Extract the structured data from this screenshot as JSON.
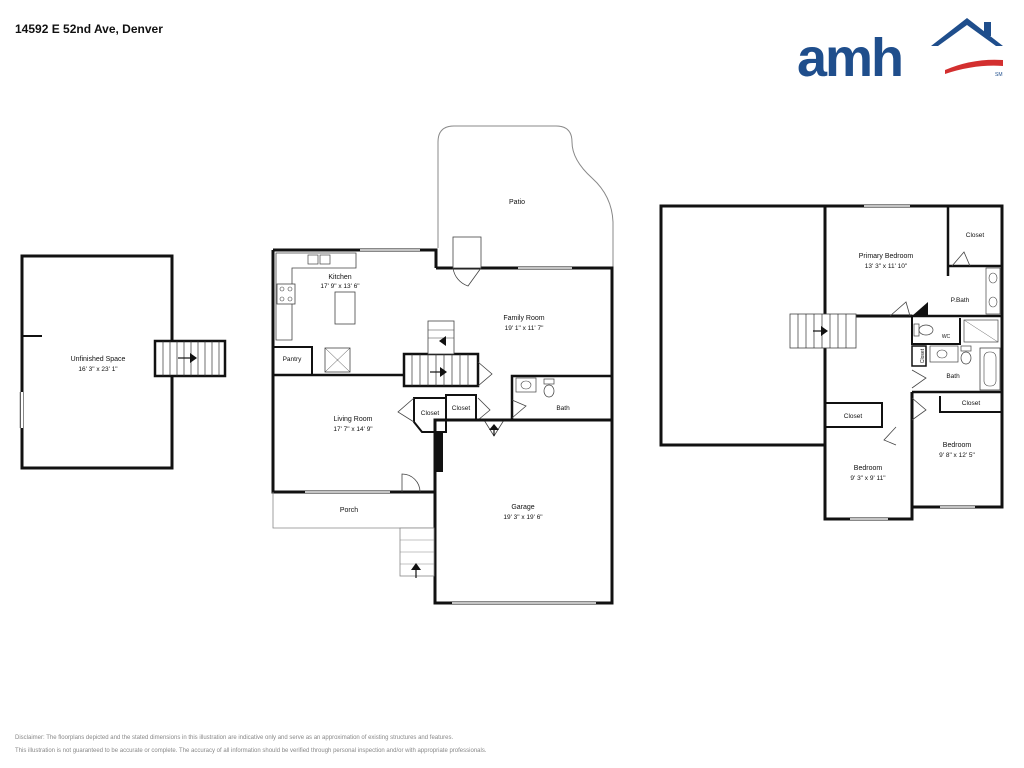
{
  "header": {
    "address": "14592 E 52nd Ave, Denver",
    "logo_text": "amh",
    "logo_mark": "SM"
  },
  "colors": {
    "brand_blue": "#1F4E8C",
    "brand_red": "#D32F2F",
    "wall": "#111111"
  },
  "icons": [
    "house-roof-icon",
    "stair-direction-arrow-icon",
    "entry-arrow-icon",
    "sink-icon",
    "toilet-icon",
    "stove-icon",
    "bathtub-icon"
  ],
  "floors": {
    "basement": {
      "unfinished": {
        "name": "Unfinished Space",
        "dims": "16' 3\" x 23' 1\""
      }
    },
    "main": {
      "patio": "Patio",
      "kitchen": {
        "name": "Kitchen",
        "dims": "17' 9\" x 13' 6\""
      },
      "pantry": "Pantry",
      "family": {
        "name": "Family Room",
        "dims": "19' 1\" x 11' 7\""
      },
      "living": {
        "name": "Living Room",
        "dims": "17' 7\" x 14' 9\""
      },
      "closet_a": "Closet",
      "closet_b": "Closet",
      "bath": "Bath",
      "porch": "Porch",
      "garage": {
        "name": "Garage",
        "dims": "19' 3\" x 19' 6\""
      }
    },
    "upper": {
      "primary": {
        "name": "Primary Bedroom",
        "dims": "13' 3\" x 11' 10\""
      },
      "closet_primary": "Closet",
      "pbath": "P.Bath",
      "wc": "WC",
      "closet_small": "Closet",
      "bath": "Bath",
      "closet_left": "Closet",
      "closet_right": "Closet",
      "bedroom_left": {
        "name": "Bedroom",
        "dims": "9' 3\" x 9' 11\""
      },
      "bedroom_right": {
        "name": "Bedroom",
        "dims": "9' 8\" x 12' 5\""
      }
    }
  },
  "disclaimer": {
    "line1": "Disclaimer: The floorplans depicted and the stated dimensions in this illustration are indicative only and serve as an approximation of existing structures and features.",
    "line2": "This illustration is not guaranteed to be accurate or complete. The accuracy of all information should be verified through personal inspection and/or with appropriate professionals."
  }
}
